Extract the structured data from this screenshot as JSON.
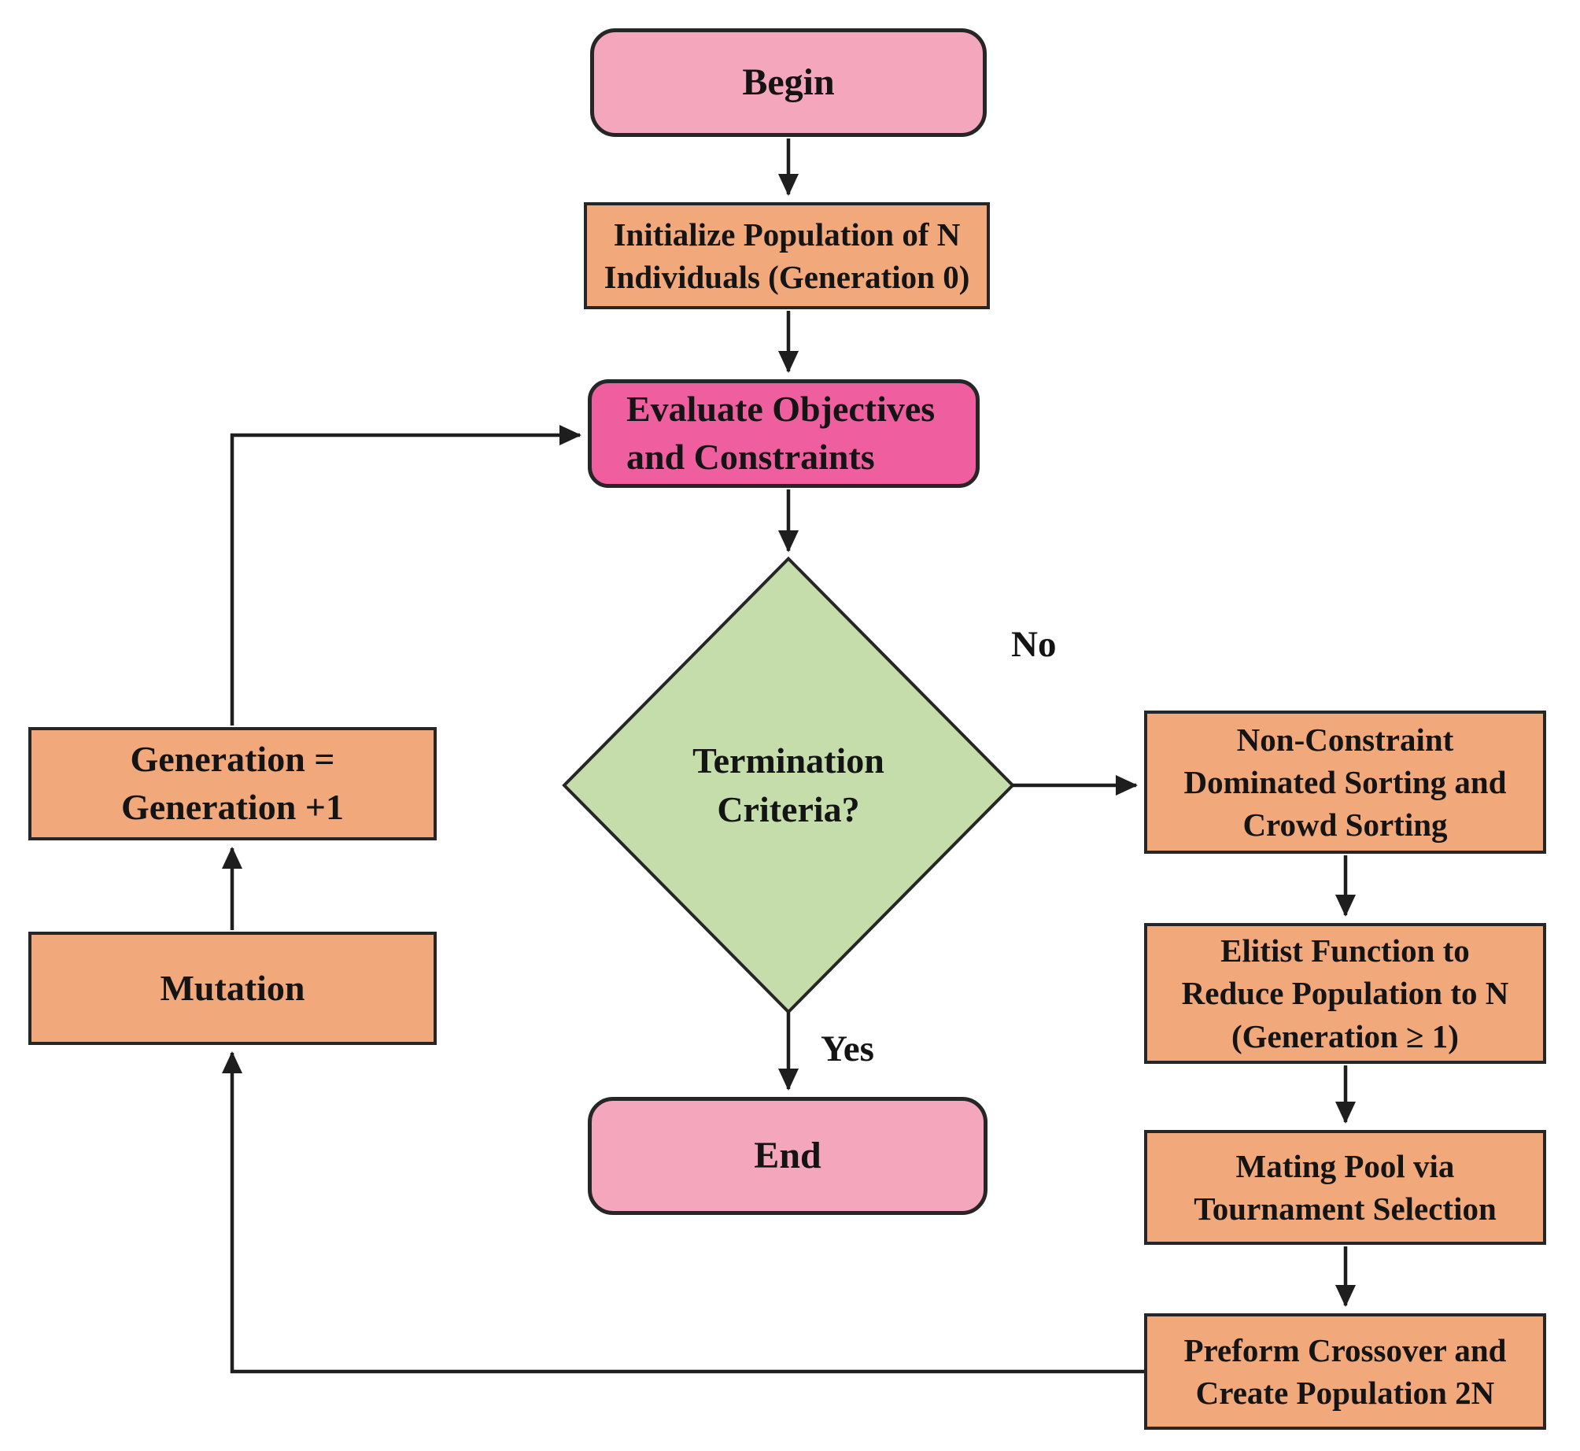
{
  "diagram": {
    "nodes": {
      "begin": {
        "label": "Begin",
        "type": "terminal"
      },
      "initialize": {
        "label": "Initialize Population of N\nIndividuals (Generation 0)",
        "type": "process"
      },
      "evaluate": {
        "label": "Evaluate Objectives\nand Constraints",
        "type": "process-highlight"
      },
      "termination": {
        "label": "Termination\nCriteria?",
        "type": "decision"
      },
      "non_constraint": {
        "label": "Non-Constraint\nDominated Sorting and\nCrowd Sorting",
        "type": "process"
      },
      "elitist": {
        "label": "Elitist Function to\nReduce Population to N\n(Generation ≥ 1)",
        "type": "process"
      },
      "mating": {
        "label": "Mating Pool via\nTournament Selection",
        "type": "process"
      },
      "crossover": {
        "label": "Preform Crossover and\nCreate Population 2N",
        "type": "process"
      },
      "mutation": {
        "label": "Mutation",
        "type": "process"
      },
      "generation": {
        "label": "Generation =\nGeneration +1",
        "type": "process"
      },
      "end": {
        "label": "End",
        "type": "terminal"
      }
    },
    "edge_labels": {
      "no": "No",
      "yes": "Yes"
    },
    "edges": [
      {
        "from": "begin",
        "to": "initialize"
      },
      {
        "from": "initialize",
        "to": "evaluate"
      },
      {
        "from": "evaluate",
        "to": "termination"
      },
      {
        "from": "termination",
        "to": "non_constraint",
        "label": "No"
      },
      {
        "from": "termination",
        "to": "end",
        "label": "Yes"
      },
      {
        "from": "non_constraint",
        "to": "elitist"
      },
      {
        "from": "elitist",
        "to": "mating"
      },
      {
        "from": "mating",
        "to": "crossover"
      },
      {
        "from": "crossover",
        "to": "mutation"
      },
      {
        "from": "mutation",
        "to": "generation"
      },
      {
        "from": "generation",
        "to": "evaluate"
      }
    ],
    "colors": {
      "terminal_fill": "#F4A7BC",
      "process_fill": "#F1A97C",
      "highlight_fill": "#EF5E9E",
      "decision_fill": "#C5DDAB",
      "line": "#1E1E1E"
    }
  }
}
